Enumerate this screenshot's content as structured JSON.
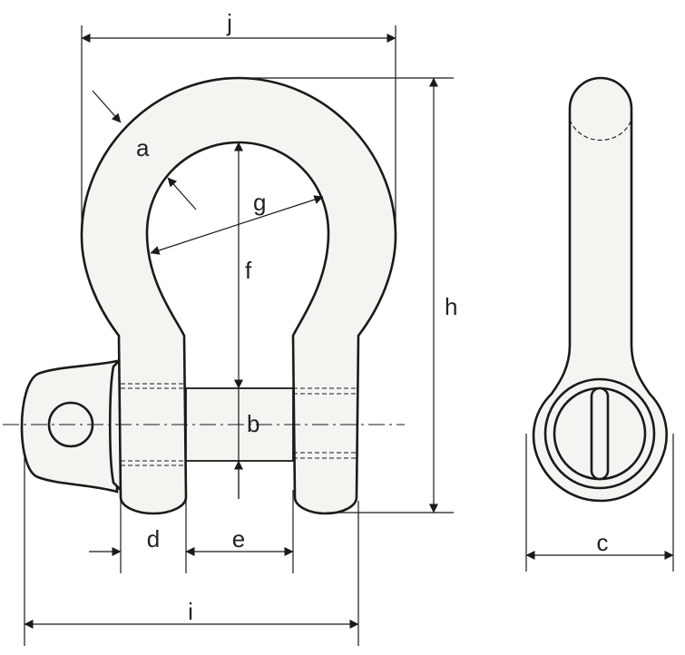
{
  "labels": {
    "a": "a",
    "b": "b",
    "c": "c",
    "d": "d",
    "e": "e",
    "f": "f",
    "g": "g",
    "h": "h",
    "i": "i",
    "j": "j"
  },
  "colors": {
    "line": "#1a1a1a",
    "fill": "#f4f4f1",
    "background": "#ffffff"
  }
}
